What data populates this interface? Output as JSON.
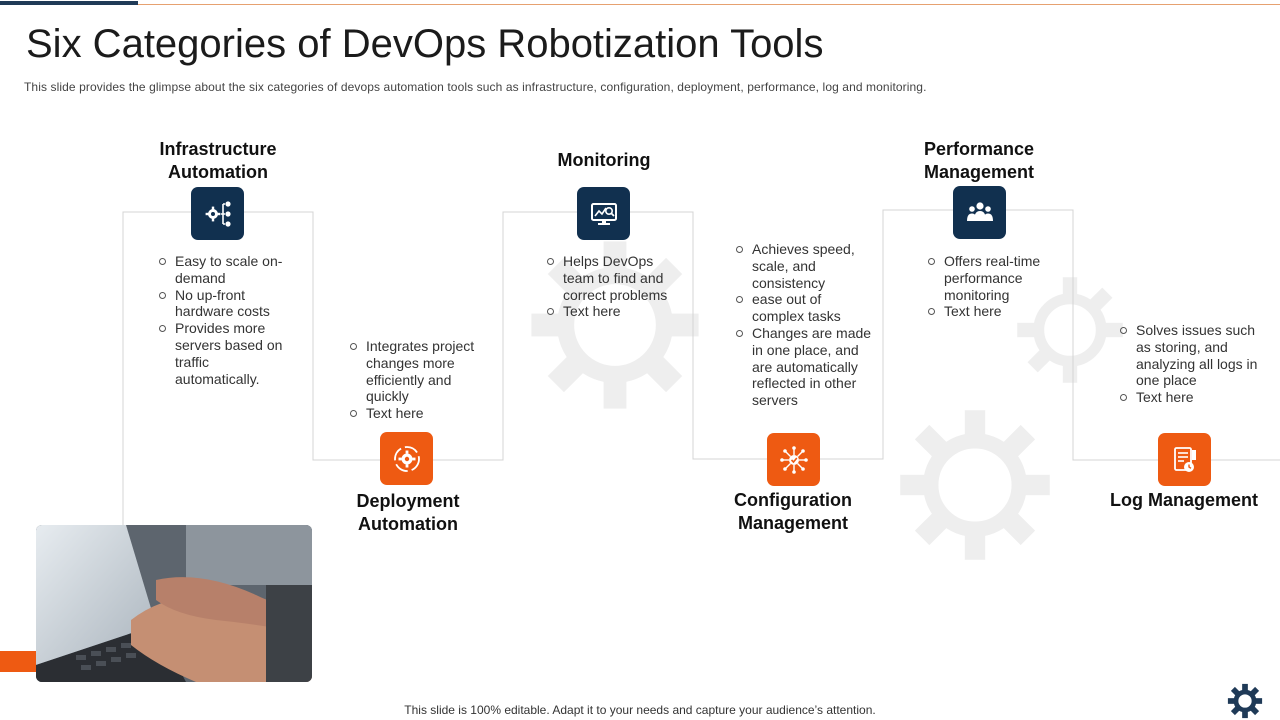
{
  "slide": {
    "title": "Six Categories of DevOps Robotization Tools",
    "subtitle": "This slide provides  the glimpse about the six categories of devops  automation tools such as infrastructure,  configuration,  deployment,  performance,  log and monitoring.",
    "footer": "This slide is 100% editable. Adapt it to your needs and capture your audience’s attention."
  },
  "colors": {
    "navy": "#11304f",
    "orange": "#ee5a12",
    "accent_line": "#e6a170"
  },
  "categories": [
    {
      "heading": "Infrastructure Automation",
      "icon": "workflow-gear-icon",
      "badge_color": "navy",
      "bullets": [
        "Easy to scale on-demand",
        "No up-front hardware costs",
        "Provides more servers based on traffic automatically."
      ]
    },
    {
      "heading": "Deployment Automation",
      "icon": "gear-cycle-icon",
      "badge_color": "orange",
      "bullets": [
        "Integrates project changes more efficiently and quickly",
        "Text here"
      ]
    },
    {
      "heading": "Monitoring",
      "icon": "monitor-analytics-icon",
      "badge_color": "navy",
      "bullets": [
        "Helps DevOps team to find and correct problems",
        "Text here"
      ]
    },
    {
      "heading": "Configuration Management",
      "icon": "network-settings-icon",
      "badge_color": "orange",
      "bullets": [
        "Achieves speed, scale, and consistency",
        "ease out of complex tasks",
        "Changes are made in one place, and are automatically reflected in other servers"
      ]
    },
    {
      "heading": "Performance Management",
      "icon": "team-icon",
      "badge_color": "navy",
      "bullets": [
        "Offers real-time performance monitoring",
        "Text here"
      ]
    },
    {
      "heading": "Log Management",
      "icon": "log-document-icon",
      "badge_color": "orange",
      "bullets": [
        "Solves issues such as storing, and analyzing all logs in one place",
        "Text here"
      ]
    }
  ]
}
